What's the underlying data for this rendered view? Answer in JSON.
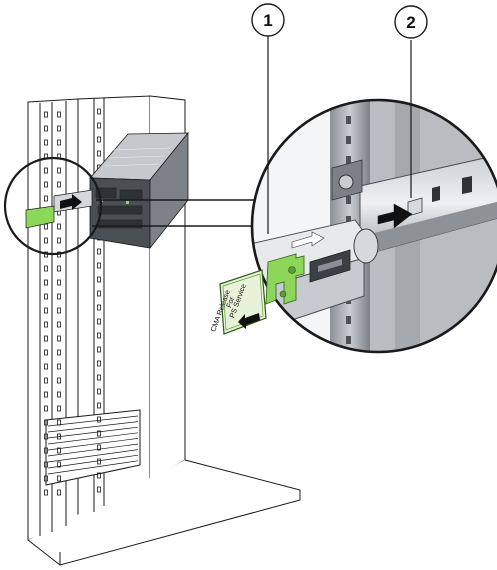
{
  "callouts": [
    {
      "id": "1",
      "label": "1"
    },
    {
      "id": "2",
      "label": "2"
    }
  ],
  "release_tag": {
    "lines": [
      "CMA Release",
      "For",
      "PS Service"
    ]
  },
  "colors": {
    "line": "#1a1a1a",
    "rack_fill": "#ffffff",
    "metal": "#9aa0a6",
    "metal_dark": "#5f6368",
    "metal_light": "#d9dcdf",
    "release_green": "#8cd65a",
    "tag_fill": "#e6f3d9",
    "arrow": "#111111"
  }
}
